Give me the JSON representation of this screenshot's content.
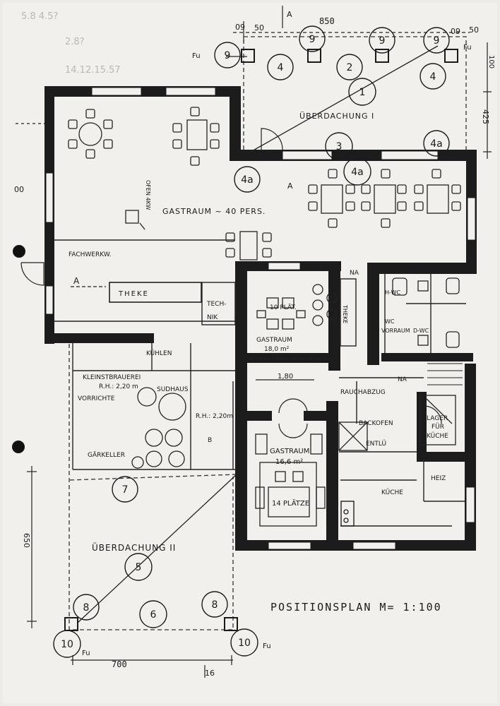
{
  "plan_title": "POSITIONSPLAN M= 1:100",
  "pencil_notes": [
    "5.8  4.5?",
    "2.8?",
    "14.12.15.57"
  ],
  "dimensions": {
    "top_offset_left": "09",
    "top_50_left": "50",
    "top_width": "850",
    "top_offset_right": "09",
    "top_50_right": "50",
    "right_100": "100",
    "right_425": "425",
    "left_00": "00",
    "left_650": "650",
    "bottom_700": "700",
    "bottom_16": "16",
    "corridor_180": "1,80"
  },
  "rooms": {
    "ueberdachung_1": "ÜBERDACHUNG I",
    "ueberdachung_2": "ÜBERDACHUNG II",
    "gastraum_main": "GASTRAUM ~ 40 PERS.",
    "fachwerk": "FACHWERKW.",
    "theke_main": "THEKE",
    "technik_1": "TECH-",
    "technik_2": "NIK",
    "kuehlen": "KÜHLEN",
    "kleinst_1": "KLEINSTBRAUEREI",
    "kleinst_2": "R.H.: 2,20 m",
    "vorrichte": "VORRICHTE",
    "sudhaus": "SUDHAUS",
    "rh_220": "R.H.: 2,20m",
    "gaerkeller": "GÄRKELLER",
    "g10_seats": "10 PLÄT.",
    "g10_name": "GASTRAUM",
    "g10_area": "18,0 m²",
    "g14_name": "GASTRAUM",
    "g14_area": "16,6 m²",
    "g14_seats": "14 PLÄTZE",
    "na_top": "NA",
    "theke_side": "THEKE",
    "wc_1": "H-WC",
    "wc_2": "VORRAUM",
    "wc_3": "D-WC",
    "wc_4": "WC",
    "na_right": "NA",
    "rauchabzug": "RAUCHABZUG",
    "backofen": "BACKOFEN",
    "entlue": "ENTLÜ",
    "kueche": "KÜCHE",
    "lager_1": "LAGER",
    "lager_2": "FÜR",
    "lager_3": "KÜCHE",
    "heiz": "HEIZ",
    "ofen": "OFEN 4KW",
    "section_a_left": "A",
    "section_a_mid": "A",
    "section_a_top": "A",
    "fu_1": "Fu",
    "fu_2": "Fu",
    "fu_3": "Fu",
    "fu_4": "Fu",
    "rh_small": "B"
  },
  "positions": [
    {
      "id": "pos-9-a",
      "label": "9"
    },
    {
      "id": "pos-9-b",
      "label": "9"
    },
    {
      "id": "pos-9-c",
      "label": "9"
    },
    {
      "id": "pos-9-d",
      "label": "9"
    },
    {
      "id": "pos-4-a",
      "label": "4"
    },
    {
      "id": "pos-2",
      "label": "2"
    },
    {
      "id": "pos-4-b",
      "label": "4"
    },
    {
      "id": "pos-1",
      "label": "1"
    },
    {
      "id": "pos-3",
      "label": "3"
    },
    {
      "id": "pos-4a-a",
      "label": "4a"
    },
    {
      "id": "pos-4a-b",
      "label": "4a"
    },
    {
      "id": "pos-4a-c",
      "label": "4a"
    },
    {
      "id": "pos-7",
      "label": "7"
    },
    {
      "id": "pos-5",
      "label": "5"
    },
    {
      "id": "pos-8-a",
      "label": "8"
    },
    {
      "id": "pos-6",
      "label": "6"
    },
    {
      "id": "pos-8-b",
      "label": "8"
    },
    {
      "id": "pos-10-a",
      "label": "10"
    },
    {
      "id": "pos-10-b",
      "label": "10"
    }
  ]
}
